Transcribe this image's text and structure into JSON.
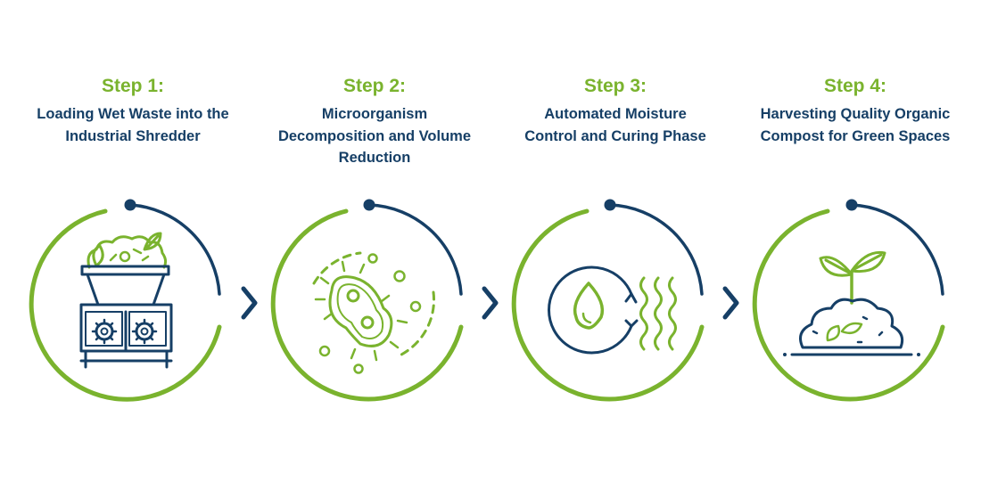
{
  "steps": [
    {
      "label": "Step 1:",
      "desc": "Loading Wet Waste into the Industrial Shredder",
      "icon": "shredder-icon"
    },
    {
      "label": "Step 2:",
      "desc": "Microorganism Decomposition and Volume Reduction",
      "icon": "microorganism-icon"
    },
    {
      "label": "Step 3:",
      "desc": "Automated Moisture Control and Curing Phase",
      "icon": "moisture-droplet-icon"
    },
    {
      "label": "Step 4:",
      "desc": "Harvesting Quality Organic Compost for Green Spaces",
      "icon": "sprout-compost-icon"
    }
  ],
  "colors": {
    "green": "#7ab32e",
    "navy": "#163f66",
    "background": "#ffffff"
  }
}
